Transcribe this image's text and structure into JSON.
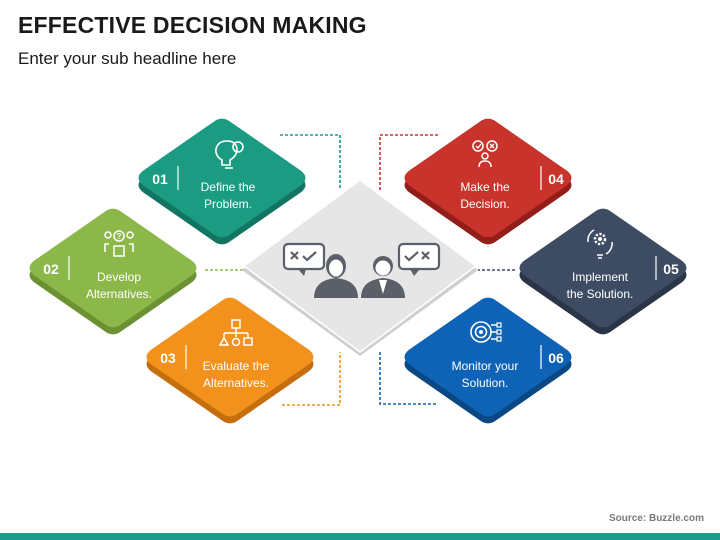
{
  "header": {
    "title": "EFFECTIVE DECISION MAKING",
    "subtitle": "Enter your sub headline here"
  },
  "footer": {
    "source": "Source: Buzzle.com",
    "bar_color": "#1a9b8a"
  },
  "center": {
    "color": "#e3e3e3",
    "icon": "decision-discussion-icon"
  },
  "steps": [
    {
      "number": "01",
      "line1": "Define the",
      "line2": "Problem.",
      "color": "#1a9b82",
      "shadow": "#127561",
      "icon": "head-lightbulb-icon"
    },
    {
      "number": "02",
      "line1": "Develop",
      "line2": "Alternatives.",
      "color": "#8cb84a",
      "shadow": "#6b9132",
      "icon": "people-choice-icon"
    },
    {
      "number": "03",
      "line1": "Evaluate the",
      "line2": "Alternatives.",
      "color": "#f2921c",
      "shadow": "#c46f0c",
      "icon": "hierarchy-icon"
    },
    {
      "number": "04",
      "line1": "Make the",
      "line2": "Decision.",
      "color": "#c8332b",
      "shadow": "#931d18",
      "icon": "person-decision-icon"
    },
    {
      "number": "05",
      "line1": "Implement",
      "line2": "the Solution.",
      "color": "#3d4c63",
      "shadow": "#2a3547",
      "icon": "gear-cycle-icon"
    },
    {
      "number": "06",
      "line1": "Monitor your",
      "line2": "Solution.",
      "color": "#0e63b6",
      "shadow": "#094882",
      "icon": "target-monitor-icon"
    }
  ]
}
